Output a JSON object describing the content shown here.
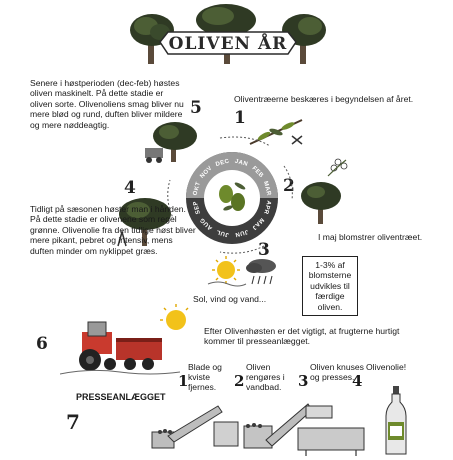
{
  "title": "OLIVEN ÅR",
  "steps": {
    "s1": {
      "num": "1",
      "text": "Oliventræerne beskæres i begyndelsen af året."
    },
    "s2": {
      "num": "2",
      "text": "I maj blomstrer oliventræet."
    },
    "s3": {
      "num": "3",
      "text": "Sol, vind og vand...",
      "box": "1-3% af blomsterne udvikles til færdige oliven."
    },
    "s4": {
      "num": "4",
      "text": "Tidligt på sæsonen høster man i hånden. På dette stadie er olivenene som regel grønne. Olivenolie fra den tidlige høst bliver mere pikant, pebret og intensiv, mens duften minder om nyklippet græs."
    },
    "s5": {
      "num": "5",
      "text": "Senere i høstperioden (dec-feb) høstes oliven maskinelt. På dette stadie er oliven sorte. Olivenoliens smag bliver nu mere blød og rund, duften bliver mildere og mere nøddeagtig."
    },
    "s6": {
      "num": "6",
      "text": "Efter Olivenhøsten er det vigtigt, at frugterne hurtigt kommer til presseanlægget."
    },
    "s7": {
      "num": "7",
      "label": "PRESSEANLÆGGET"
    }
  },
  "wheel": {
    "months": [
      "JAN",
      "FEB",
      "MAR",
      "APR",
      "MAJ",
      "JUN",
      "JUL",
      "AUG",
      "SEP",
      "OKT",
      "NOV",
      "DEC"
    ]
  },
  "press": [
    {
      "num": "1",
      "text": "Blade og kviste fjernes."
    },
    {
      "num": "2",
      "text": "Oliven rengøres i vandbad."
    },
    {
      "num": "3",
      "text": "Oliven knuses og presses."
    },
    {
      "num": "4",
      "text": "Olivenolie!"
    }
  ],
  "colors": {
    "olive": "#6e8a2c",
    "wheel_dark": "#3d3d3d",
    "wheel_light": "#9a9a9a",
    "sun": "#f2c21a",
    "tractor": "#b8342a"
  }
}
